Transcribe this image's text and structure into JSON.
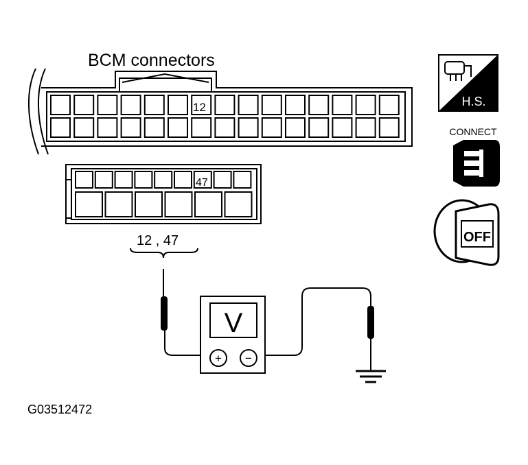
{
  "title": "BCM connectors",
  "connector_upper": {
    "pin_label": "12"
  },
  "connector_lower": {
    "pin_label": "47"
  },
  "probe_pins": "12 , 47",
  "meter": {
    "display": "V",
    "plus": "+",
    "minus": "−"
  },
  "icons": {
    "harness_side": {
      "label": "H.S.",
      "icon": "harness-side-icon"
    },
    "connect": {
      "label": "CONNECT",
      "icon": "connector-connect-icon"
    },
    "ignition": {
      "label": "OFF",
      "icon": "ignition-key-off-icon"
    }
  },
  "figure_id": "G03512472",
  "colors": {
    "line": "#000000",
    "background": "#ffffff"
  }
}
